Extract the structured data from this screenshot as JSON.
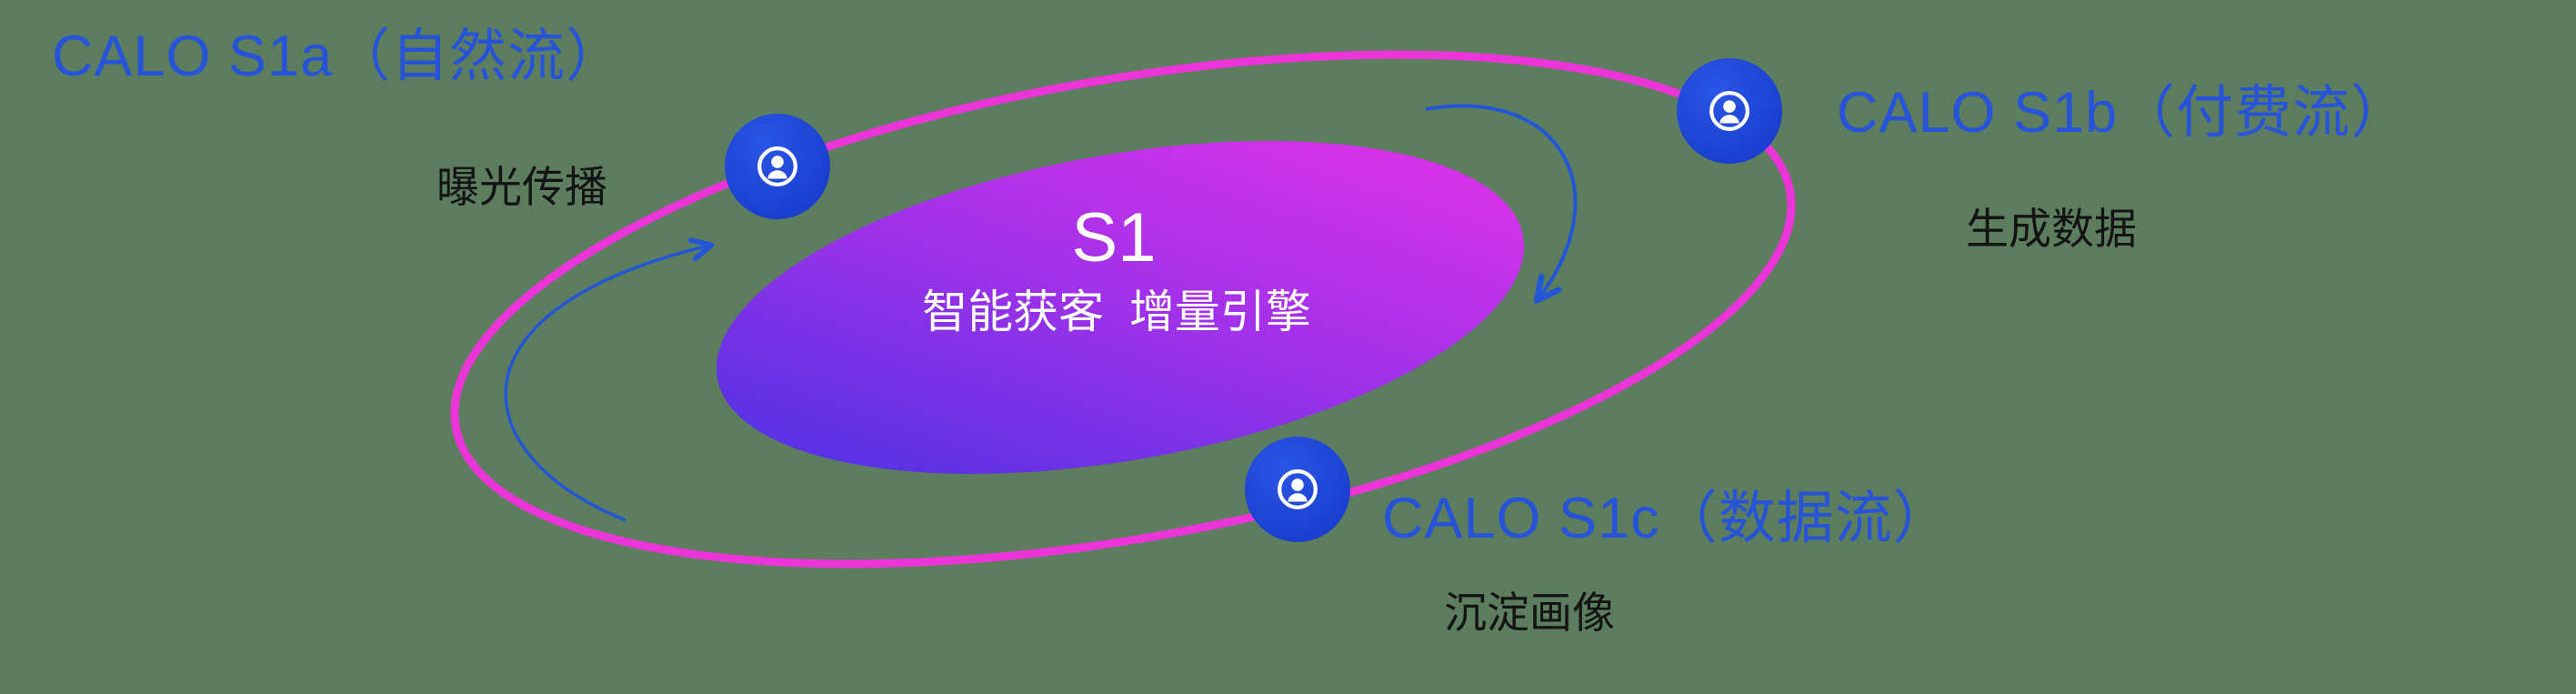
{
  "background": "#5c7e5e",
  "palette": {
    "label_blue": "#2653d8",
    "subtitle_dark": "#141414",
    "orbit_pink": "#ec35d8",
    "node_blue": "#1d45d6",
    "core_gradient_start": "#4a33e2",
    "core_gradient_mid": "#a631ea",
    "core_gradient_end": "#e133e8",
    "arrow_blue": "#2356d6",
    "icon_white": "#ffffff"
  },
  "core": {
    "title": "S1",
    "subtitle": "智能获客  增量引擎"
  },
  "nodes": [
    {
      "label": "CALO S1a（自然流）",
      "subtitle": "曝光传播",
      "icon": "user-icon"
    },
    {
      "label": "CALO S1b（付费流）",
      "subtitle": "生成数据",
      "icon": "user-icon"
    },
    {
      "label": "CALO S1c（数据流）",
      "subtitle": "沉淀画像",
      "icon": "user-icon"
    }
  ]
}
